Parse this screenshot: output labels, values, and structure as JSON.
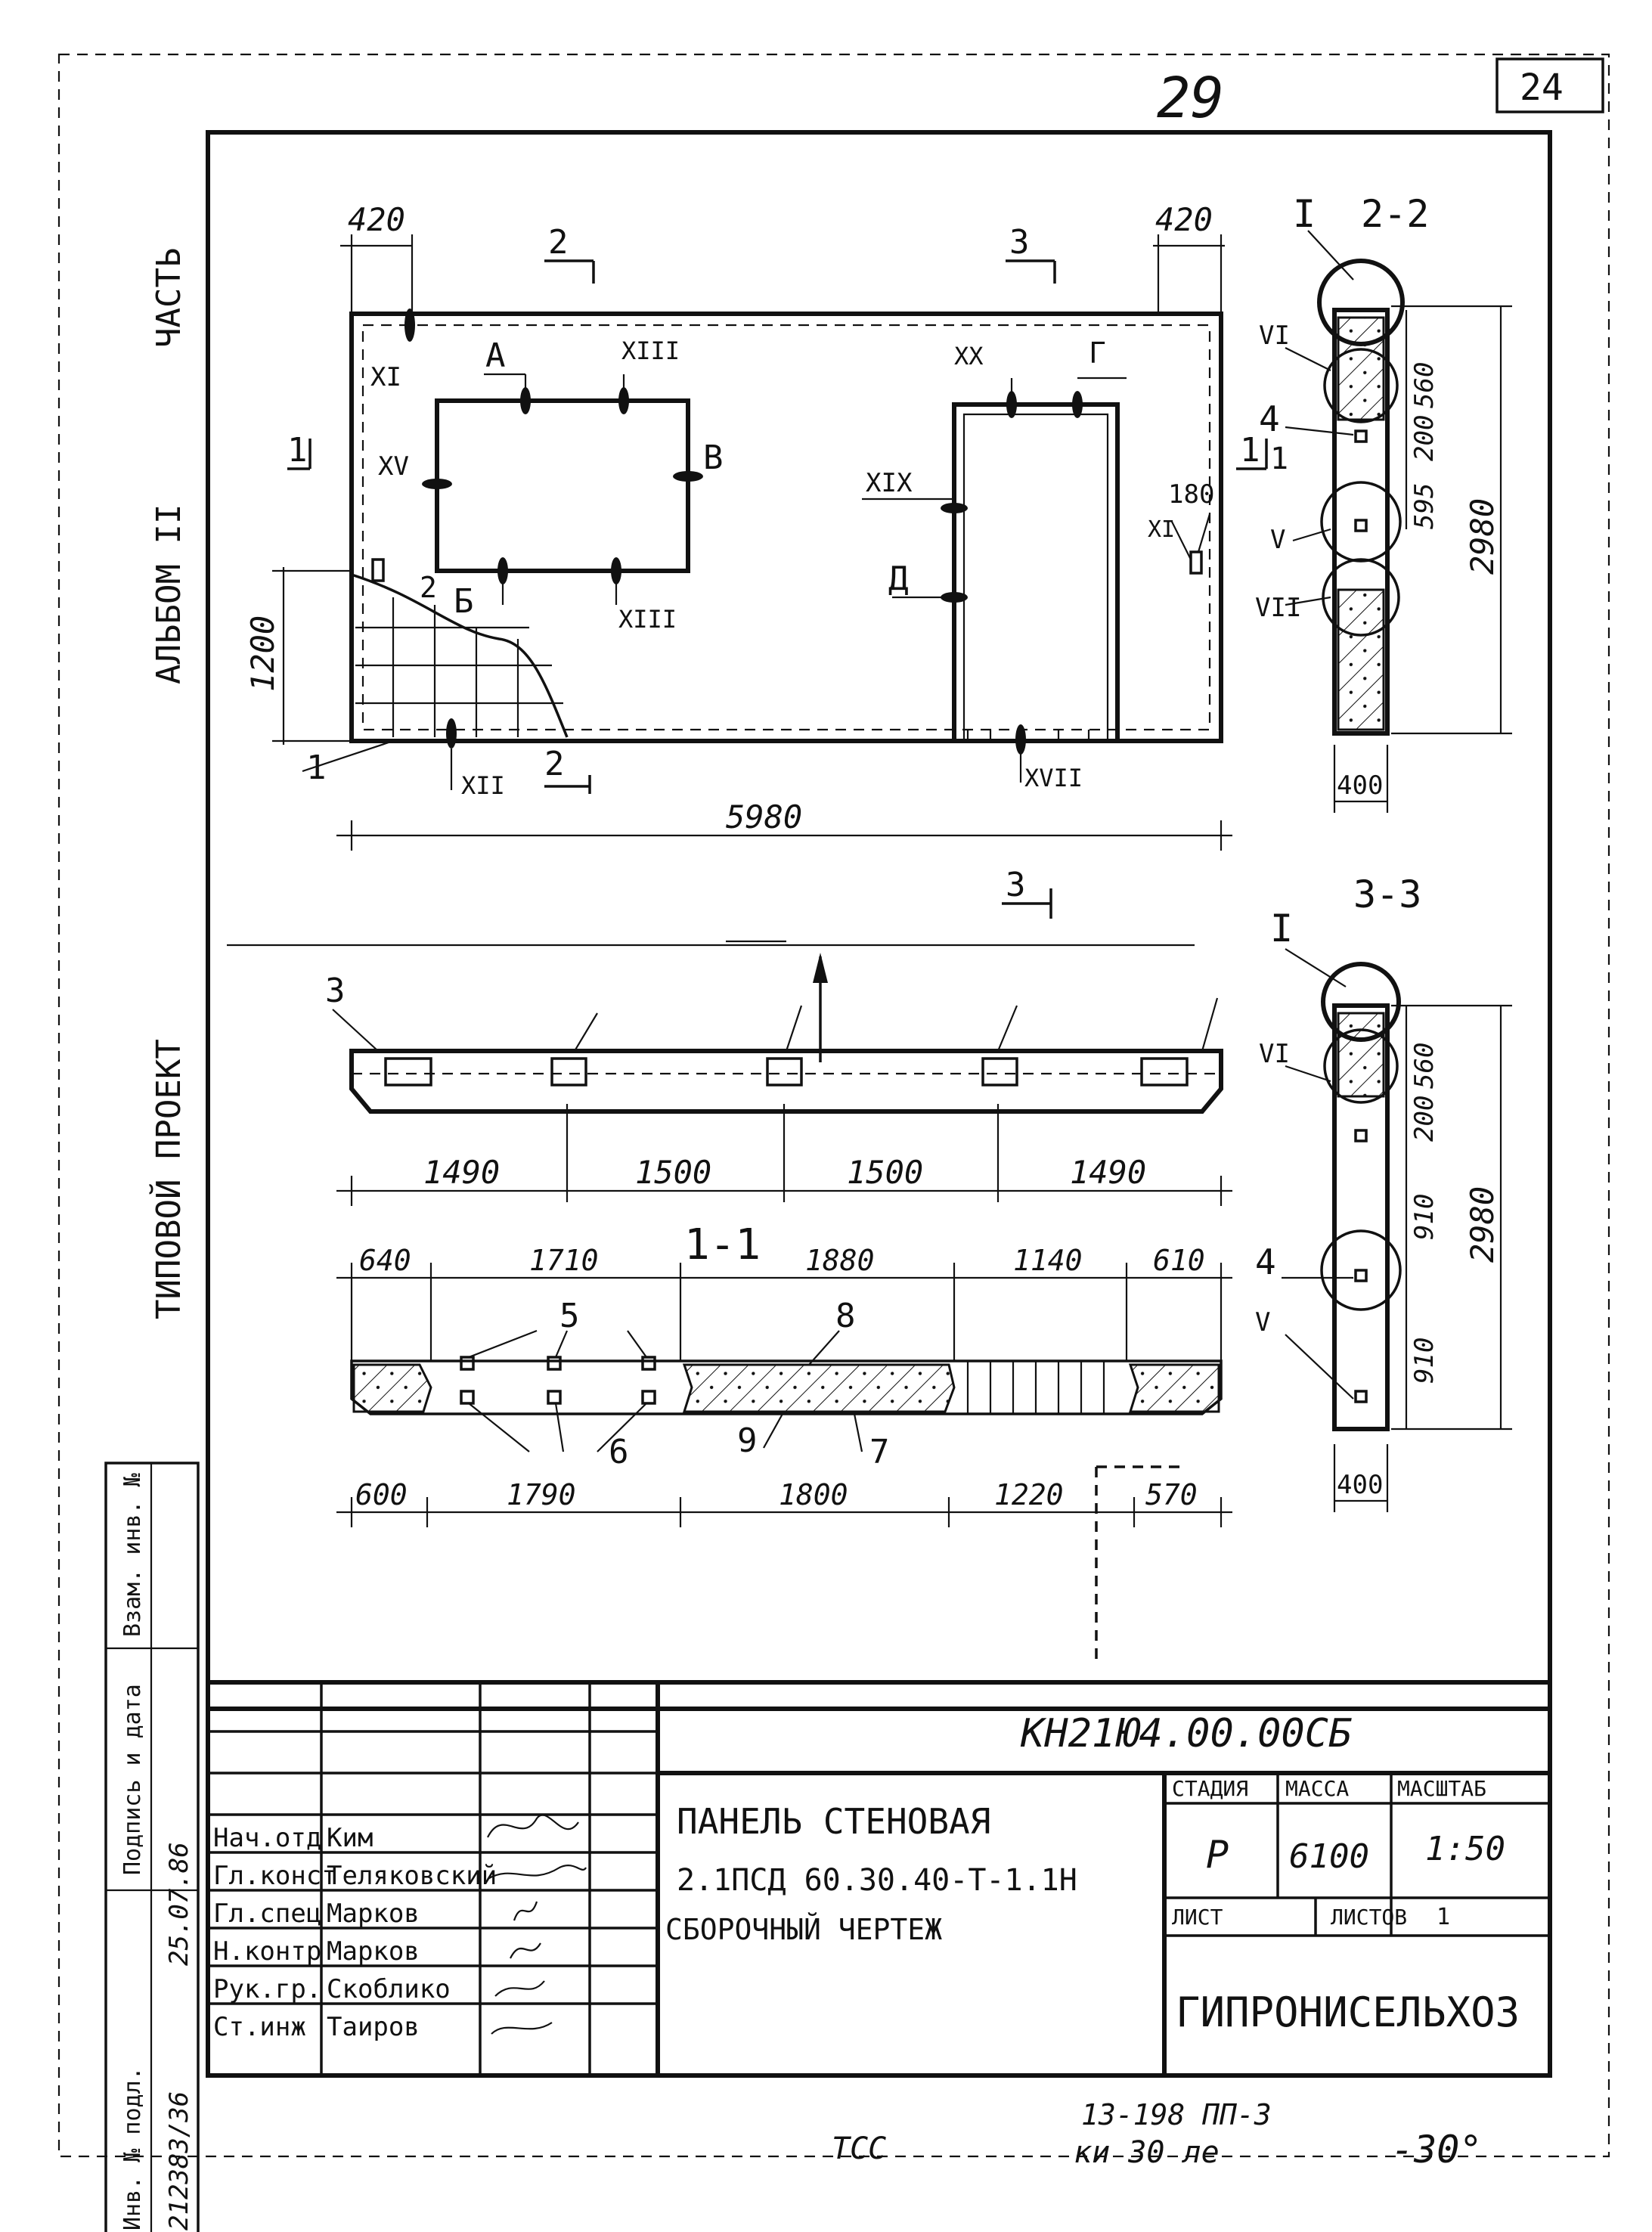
{
  "sheet": {
    "page_number": "29",
    "sheet_corner_number": "24",
    "designation": "КН21Ю4.00.00СБ",
    "bottom_note_1": "13-198 ПП-3",
    "bottom_note_2": "ТСС",
    "bottom_note_3": "ки 30 ле",
    "bottom_note_4": "-30°"
  },
  "side_margin": {
    "album_label": "АЛЬБОМ II",
    "part_label": "ЧАСТЬ",
    "project_label": "ТИПОВОЙ ПРОЕКТ",
    "stamp_headers": [
      "Инв. № подл.",
      "Подпись и дата",
      "Взам. инв. №"
    ],
    "inv_value": "212383/36",
    "date_value": "25.07.86"
  },
  "drawing": {
    "front_view": {
      "dims_top": [
        "420",
        "420"
      ],
      "dim_bottom": "5980",
      "dim_left": "1200",
      "section_marks": [
        "2",
        "3",
        "1",
        "1",
        "2"
      ],
      "node_labels": [
        "А",
        "XIII",
        "XX",
        "Г",
        "XI",
        "XV",
        "В",
        "XIX",
        "Д",
        "XIII",
        "Б",
        "2",
        "XII",
        "XVII",
        "XI",
        "180",
        "1"
      ],
      "item_1": "1"
    },
    "section_22": {
      "title": "2-2",
      "node_I": "I",
      "nodes": [
        "VI",
        "4",
        "1",
        "V",
        "VII"
      ],
      "dims": [
        "560",
        "200",
        "595",
        "2980",
        "400"
      ]
    },
    "section_33": {
      "title": "3-3",
      "node_I": "I",
      "nodes": [
        "VI",
        "4",
        "V"
      ],
      "dims": [
        "560",
        "200",
        "910",
        "910",
        "2980",
        "400"
      ]
    },
    "top_view": {
      "section_mark": "3",
      "item": "3",
      "dims": [
        "1490",
        "1500",
        "1500",
        "1490"
      ]
    },
    "section_11": {
      "title": "1-1",
      "dims_top": [
        "640",
        "1710",
        "1880",
        "1140",
        "610"
      ],
      "dims_bottom": [
        "600",
        "1790",
        "1800",
        "1220",
        "570"
      ],
      "items": [
        "5",
        "8",
        "9",
        "7",
        "6"
      ]
    }
  },
  "title_block": {
    "rows": [
      {
        "role": "Нач.отд",
        "name": "Ким"
      },
      {
        "role": "Гл.конст",
        "name": "Теляковский"
      },
      {
        "role": "Гл.спец",
        "name": "Марков"
      },
      {
        "role": "Н.контр",
        "name": "Марков"
      },
      {
        "role": "Рук.гр.",
        "name": "Скоблико"
      },
      {
        "role": "Ст.инж",
        "name": "Таиров"
      }
    ],
    "title_lines": [
      "ПАНЕЛЬ СТЕНОВАЯ",
      "2.1ПСД 60.30.40-Т-1.1Н",
      "СБОРОЧНЫЙ ЧЕРТЕЖ"
    ],
    "headers": [
      "СТАДИЯ",
      "МАССА",
      "МАСШТАБ"
    ],
    "values": [
      "Р",
      "6100",
      "1:50"
    ],
    "sheet_label": "ЛИСТ",
    "sheets_label": "ЛИСТОВ",
    "sheets_value": "1",
    "org": "ГИПРОНИСЕЛЬХОЗ"
  }
}
